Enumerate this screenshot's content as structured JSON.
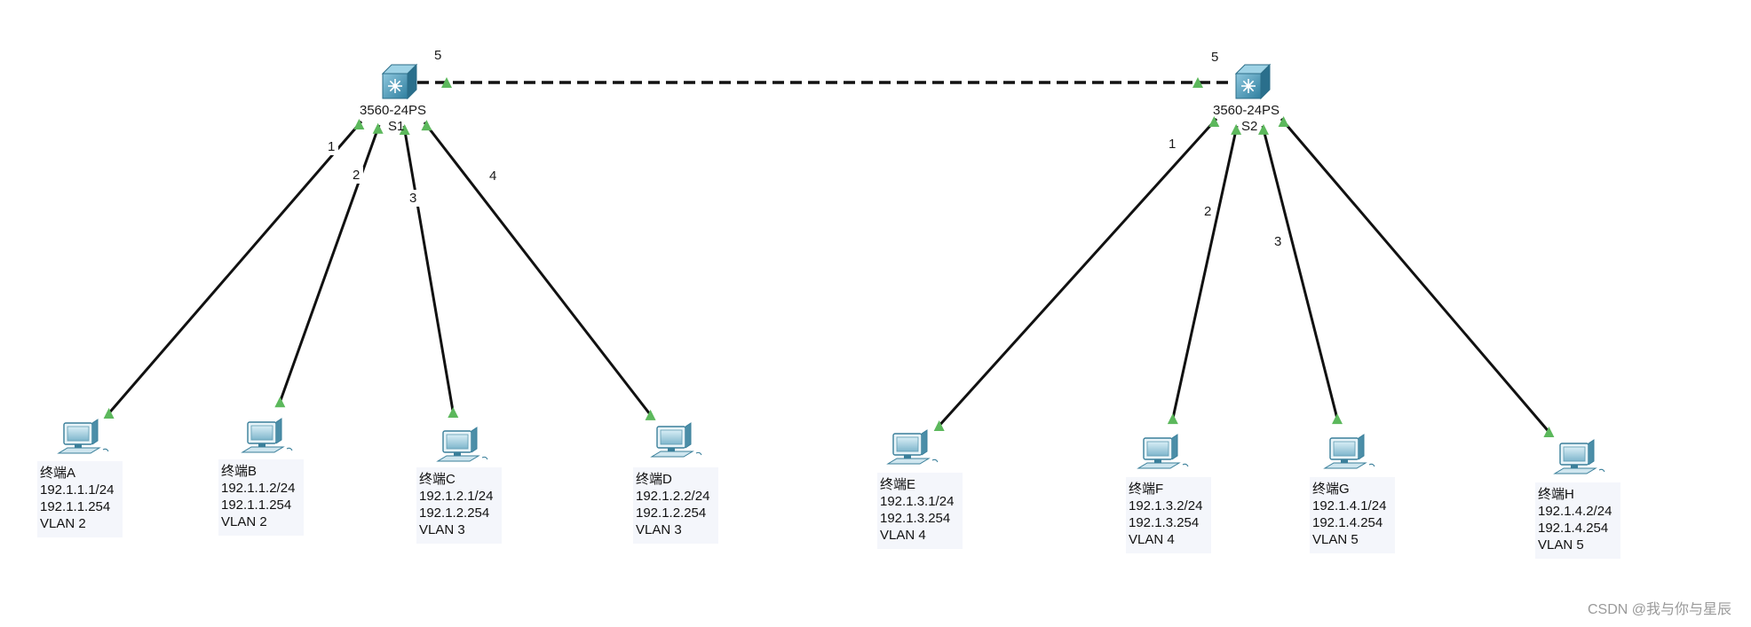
{
  "switches": [
    {
      "id": "s1",
      "model": "3560-24PS",
      "name": "S1"
    },
    {
      "id": "s2",
      "model": "3560-24PS",
      "name": "S2"
    }
  ],
  "trunk": {
    "ports": [
      "5",
      "5"
    ]
  },
  "links": [
    {
      "switch": "s1",
      "port": "1",
      "terminal": "A"
    },
    {
      "switch": "s1",
      "port": "2",
      "terminal": "B"
    },
    {
      "switch": "s1",
      "port": "3",
      "terminal": "C"
    },
    {
      "switch": "s1",
      "port": "4",
      "terminal": "D"
    },
    {
      "switch": "s2",
      "port": "1",
      "terminal": "E"
    },
    {
      "switch": "s2",
      "port": "2",
      "terminal": "F"
    },
    {
      "switch": "s2",
      "port": "3",
      "terminal": "G"
    },
    {
      "switch": "s2",
      "port": "",
      "terminal": "H"
    }
  ],
  "terminals": [
    {
      "id": "A",
      "name": "终端A",
      "ip": "192.1.1.1/24",
      "gateway": "192.1.1.254",
      "vlan": "VLAN 2"
    },
    {
      "id": "B",
      "name": "终端B",
      "ip": "192.1.1.2/24",
      "gateway": "192.1.1.254",
      "vlan": "VLAN 2"
    },
    {
      "id": "C",
      "name": "终端C",
      "ip": "192.1.2.1/24",
      "gateway": "192.1.2.254",
      "vlan": "VLAN 3"
    },
    {
      "id": "D",
      "name": "终端D",
      "ip": "192.1.2.2/24",
      "gateway": "192.1.2.254",
      "vlan": "VLAN 3"
    },
    {
      "id": "E",
      "name": "终端E",
      "ip": "192.1.3.1/24",
      "gateway": "192.1.3.254",
      "vlan": "VLAN 4"
    },
    {
      "id": "F",
      "name": "终端F",
      "ip": "192.1.3.2/24",
      "gateway": "192.1.3.254",
      "vlan": "VLAN 4"
    },
    {
      "id": "G",
      "name": "终端G",
      "ip": "192.1.4.1/24",
      "gateway": "192.1.4.254",
      "vlan": "VLAN 5"
    },
    {
      "id": "H",
      "name": "终端H",
      "ip": "192.1.4.2/24",
      "gateway": "192.1.4.254",
      "vlan": "VLAN 5"
    }
  ],
  "watermark": "CSDN @我与你与星辰",
  "colors": {
    "link": "#111111",
    "link_status": "#5cb85c",
    "device": "#3b8fb3",
    "label_bg": "#f4f6fb"
  },
  "icons": {
    "switch": "multilayer-switch-icon",
    "terminal": "pc-icon"
  }
}
